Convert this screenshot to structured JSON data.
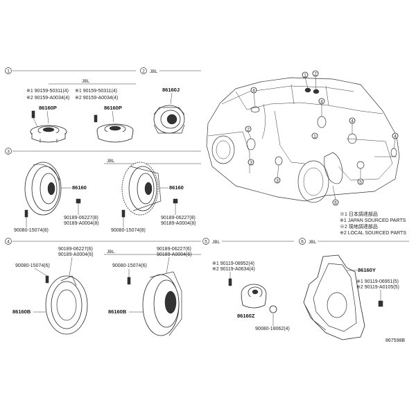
{
  "sections": {
    "s1": {
      "num": "1",
      "region": "JBL"
    },
    "s2": {
      "num": "2",
      "region": "JBL"
    },
    "s3": {
      "num": "3",
      "region": "JBL"
    },
    "s4": {
      "num": "4",
      "region": "JBL"
    },
    "s5": {
      "num": "5",
      "region": "JBL"
    },
    "s6": {
      "num": "6",
      "region": "JBL"
    }
  },
  "s1": {
    "left_note1": "※1 90159-50311(4)",
    "left_note2": "※2 90159-A0034(4)",
    "left_part": "86160P",
    "right_note1": "※1 90159-50311(4)",
    "right_note2": "※2 90159-A0034(4)",
    "right_part": "86160P"
  },
  "s2": {
    "part": "86160J"
  },
  "s3": {
    "left_part": "86160",
    "left_fast1": "90189-06227(8)",
    "left_fast2": "90189-A0004(8)",
    "left_screw": "90080-15074(8)",
    "right_part": "86160",
    "right_fast1": "90189-06227(8)",
    "right_fast2": "90189-A0004(8)",
    "right_screw": "90080-15074(8)"
  },
  "s4": {
    "left_fast1": "90189-06227(6)",
    "left_fast2": "90189-A0004(6)",
    "left_screw": "90080-15074(6)",
    "left_part": "86160B",
    "right_fast1": "90189-06227(6)",
    "right_fast2": "90189-A0004(6)",
    "right_screw": "90080-15074(6)",
    "right_part": "86160B"
  },
  "s5": {
    "note1": "※1 90119-08952(4)",
    "note2": "※2 90119-A0634(4)",
    "part": "86160Z",
    "screw": "90080-18062(4)"
  },
  "s6": {
    "part": "86160Y",
    "note1": "※1 90119-06951(5)",
    "note2": "※2 90119-A0105(5)"
  },
  "legend": {
    "line1": "※1 日本調達部品",
    "line2": "※1 JAPAN SOURCED PARTS",
    "line3": "※2 現地調達部品",
    "line4": "※2 LOCAL SOURCED PARTS"
  },
  "car_callouts": [
    "1",
    "2",
    "4",
    "4",
    "2",
    "3",
    "3",
    "4",
    "5",
    "6",
    "4",
    "1"
  ],
  "figure_code": "867598B"
}
